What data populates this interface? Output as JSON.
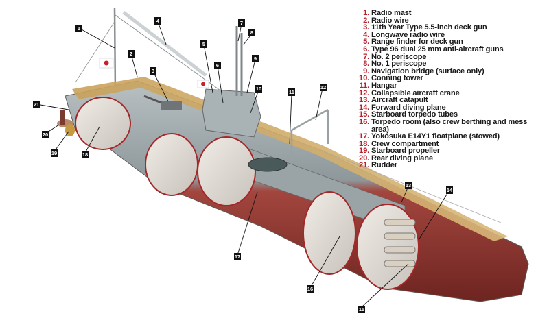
{
  "figure": {
    "subject": "Submarine aircraft-carrier cutaway illustration",
    "accent_color": "#b8202a",
    "hull_color": "#9c3a34",
    "deck_color": "#c9a15a",
    "steel_color": "#a8b2b6"
  },
  "legend": {
    "items": [
      {
        "num": "1.",
        "label": "Radio mast"
      },
      {
        "num": "2.",
        "label": "Radio wire"
      },
      {
        "num": "3.",
        "label": "11th Year Type 5.5-inch deck gun"
      },
      {
        "num": "4.",
        "label": "Longwave radio wire"
      },
      {
        "num": "5.",
        "label": "Range finder for deck gun"
      },
      {
        "num": "6.",
        "label": "Type 96 dual 25 mm anti-aircraft guns"
      },
      {
        "num": "7.",
        "label": "No. 2 periscope"
      },
      {
        "num": "8.",
        "label": "No. 1 periscope"
      },
      {
        "num": "9.",
        "label": "Navigation bridge (surface only)"
      },
      {
        "num": "10.",
        "label": "Conning tower"
      },
      {
        "num": "11.",
        "label": "Hangar"
      },
      {
        "num": "12.",
        "label": "Collapsible aircraft crane"
      },
      {
        "num": "13.",
        "label": "Aircraft catapult"
      },
      {
        "num": "14.",
        "label": "Forward diving plane"
      },
      {
        "num": "15.",
        "label": "Starboard torpedo tubes"
      },
      {
        "num": "16.",
        "label": "Torpedo room (also crew berthing and mess area)"
      },
      {
        "num": "17.",
        "label": "Yokosuka E14Y1 floatplane (stowed)"
      },
      {
        "num": "18.",
        "label": "Crew compartment"
      },
      {
        "num": "19.",
        "label": "Starboard propeller"
      },
      {
        "num": "20.",
        "label": "Rear diving plane"
      },
      {
        "num": "21.",
        "label": "Rudder"
      }
    ]
  },
  "callouts": [
    "1",
    "2",
    "3",
    "4",
    "5",
    "6",
    "7",
    "8",
    "9",
    "10",
    "11",
    "12",
    "13",
    "14",
    "15",
    "16",
    "17",
    "18",
    "19",
    "20",
    "21"
  ]
}
